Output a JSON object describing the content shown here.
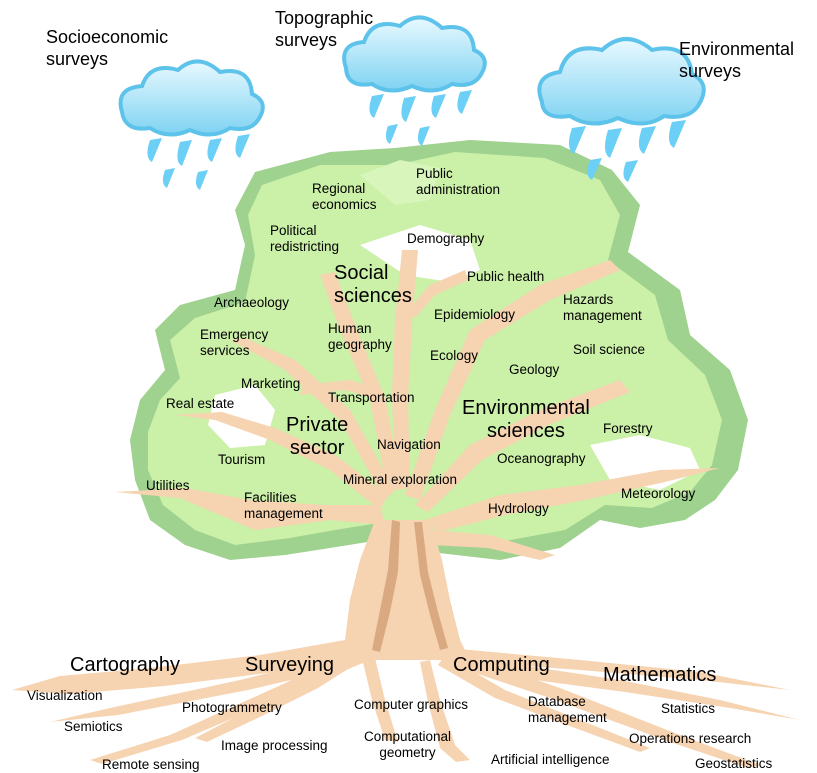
{
  "clouds": {
    "socioeconomic": "Socioeconomic\nsurveys",
    "topographic": "Topographic\nsurveys",
    "environmental": "Environmental\nsurveys"
  },
  "branches": {
    "social": {
      "heading": "Social\nsciences",
      "items": [
        "Regional\neconomics",
        "Public\nadministration",
        "Political\nredistricting",
        "Demography",
        "Public health",
        "Archaeology",
        "Human\ngeography",
        "Epidemiology"
      ]
    },
    "environmental": {
      "heading": "Environmental\nsciences",
      "items": [
        "Hazards\nmanagement",
        "Soil science",
        "Ecology",
        "Geology",
        "Forestry",
        "Oceanography",
        "Meteorology",
        "Hydrology"
      ]
    },
    "private": {
      "heading": "Private\nsector",
      "items": [
        "Emergency\nservices",
        "Marketing",
        "Transportation",
        "Real estate",
        "Navigation",
        "Tourism",
        "Utilities",
        "Mineral exploration",
        "Facilities\nmanagement"
      ]
    }
  },
  "roots": {
    "headings": [
      "Cartography",
      "Surveying",
      "Computing",
      "Mathematics"
    ],
    "items": [
      "Visualization",
      "Photogrammetry",
      "Computer graphics",
      "Database\nmanagement",
      "Statistics",
      "Semiotics",
      "Computational\ngeometry",
      "Operations research",
      "Image processing",
      "Remote sensing",
      "Artificial intelligence",
      "Geostatistics"
    ]
  }
}
